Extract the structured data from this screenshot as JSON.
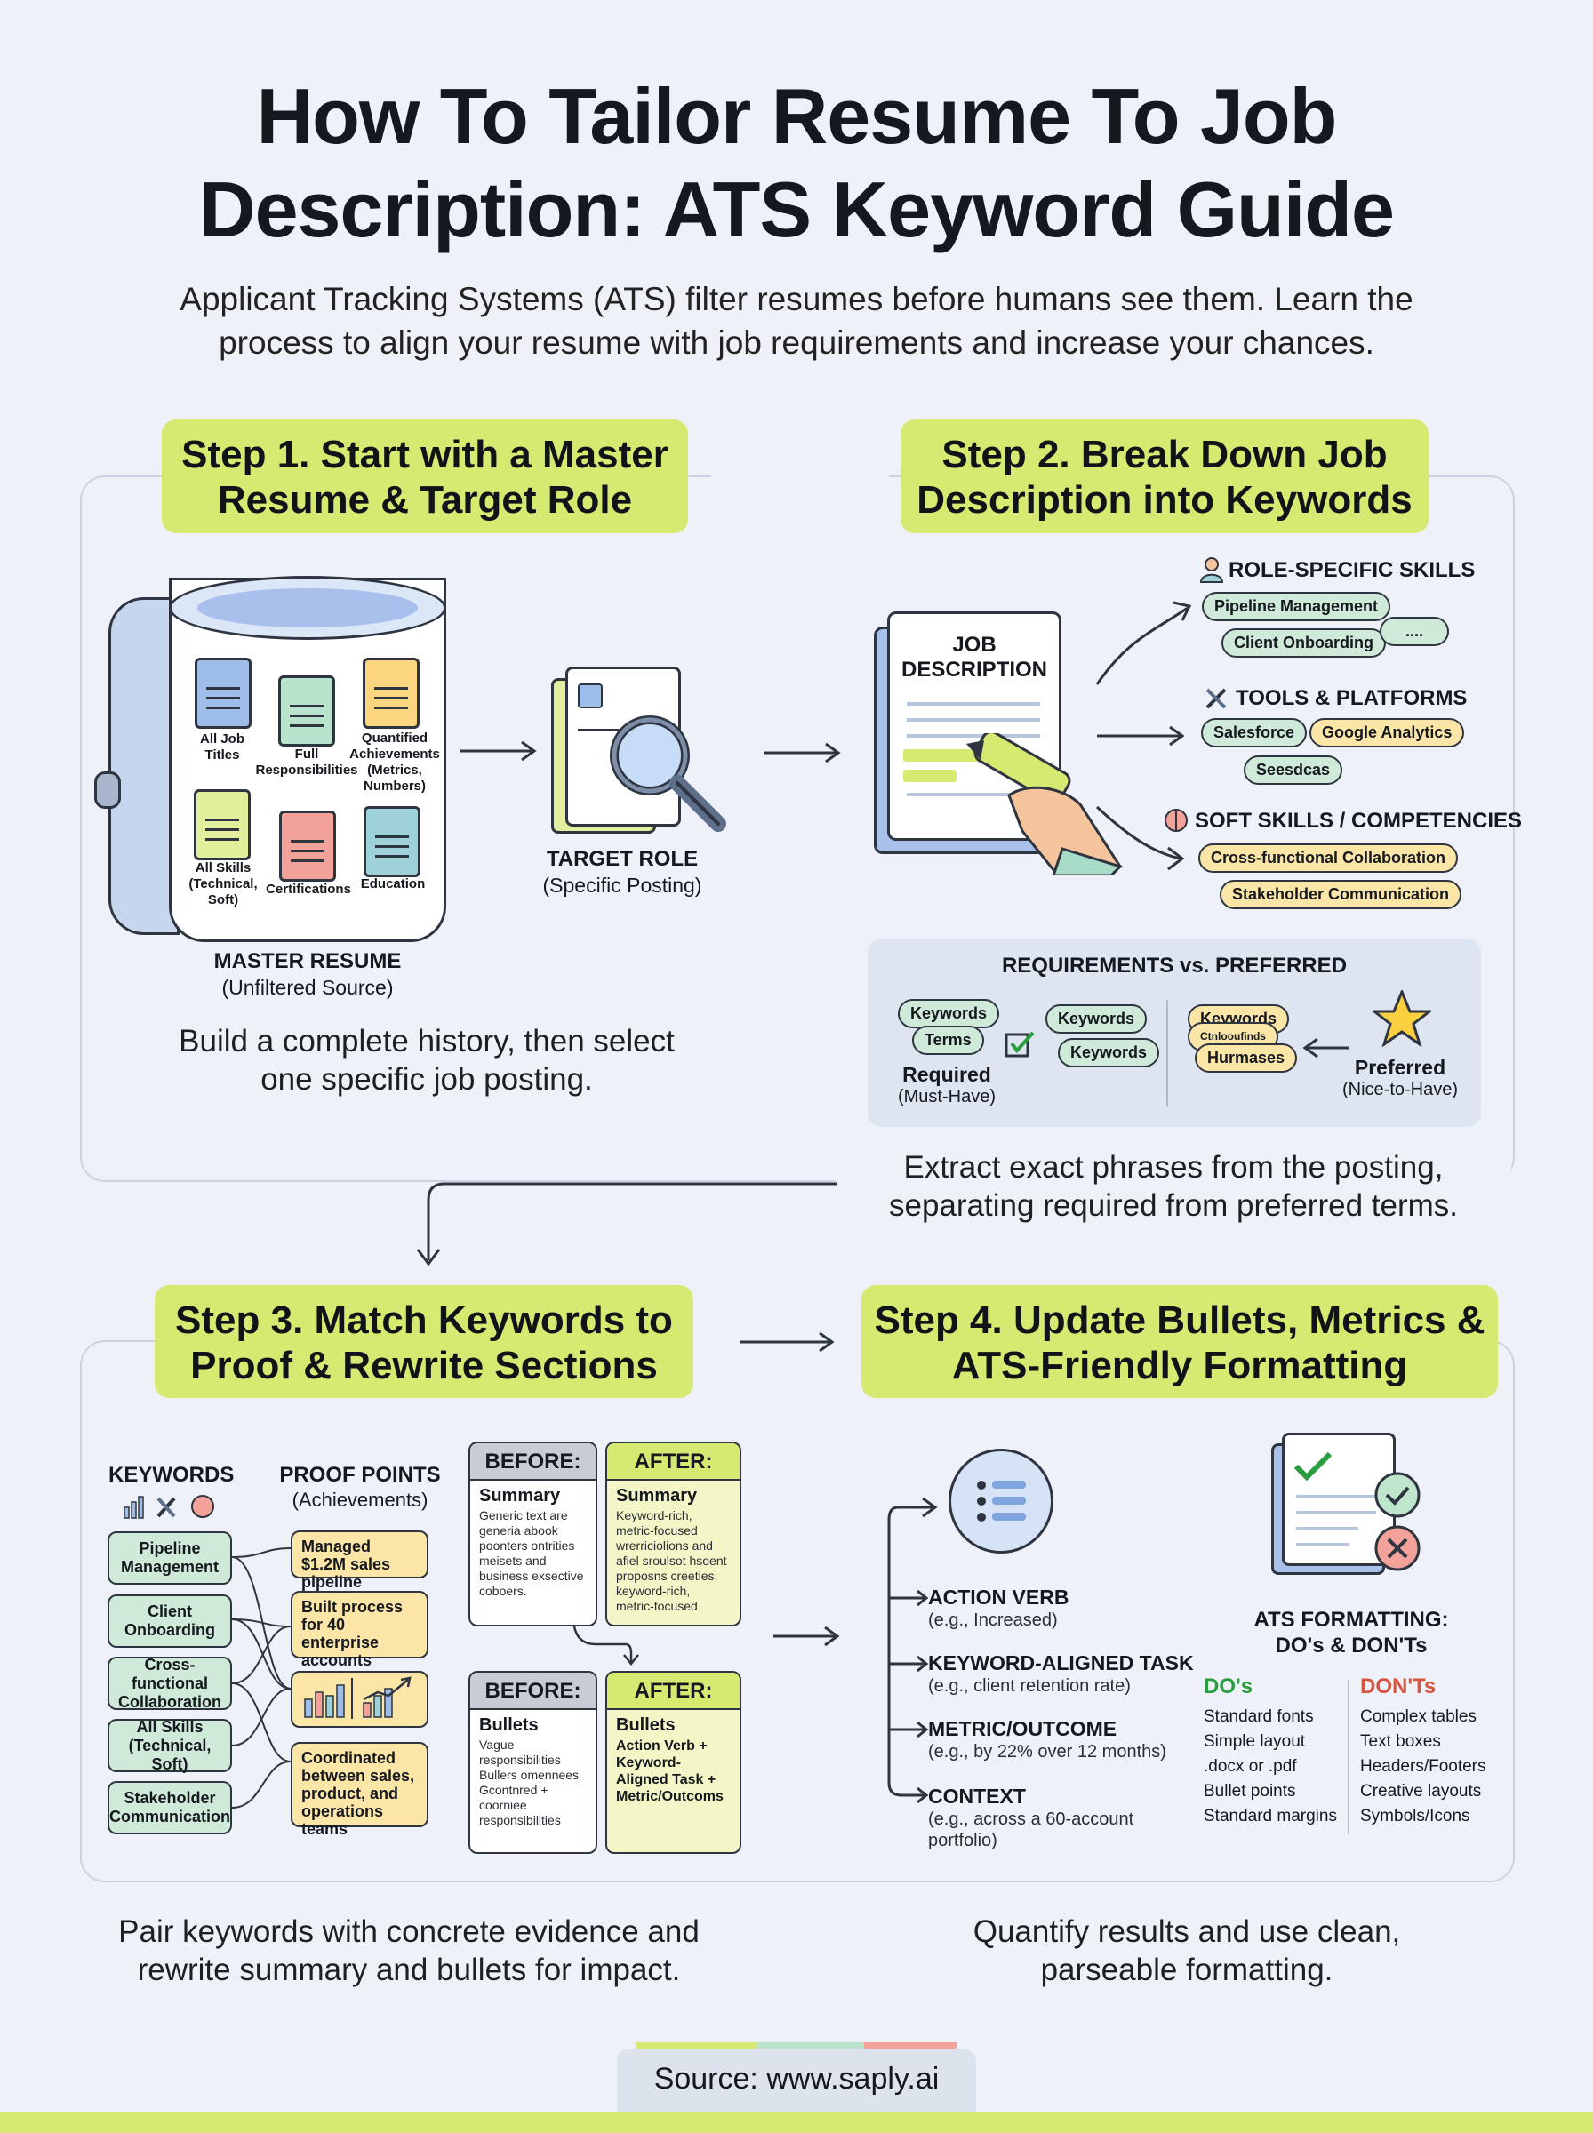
{
  "title": {
    "line1": "How To Tailor Resume To Job",
    "line2": "Description: ATS Keyword Guide"
  },
  "subtitle": {
    "line1": "Applicant Tracking Systems (ATS) filter resumes before humans see them. Learn the",
    "line2": "process to align your resume with job requirements and increase your chances."
  },
  "step1": {
    "heading_line1": "Step 1. Start with a Master",
    "heading_line2": "Resume & Target Role",
    "docs": [
      "All Job Titles",
      "Full Responsibilities",
      "Quantified Achievements (Metrics, Numbers)",
      "All Skills (Technical, Soft)",
      "Certifications",
      "Education"
    ],
    "master_label": "MASTER RESUME",
    "master_sub": "(Unfiltered Source)",
    "target_label": "TARGET ROLE",
    "target_sub": "(Specific Posting)",
    "caption_line1": "Build a complete history, then select",
    "caption_line2": "one specific job posting."
  },
  "step2": {
    "heading_line1": "Step 2. Break Down Job",
    "heading_line2": "Description into Keywords",
    "jd_label_line1": "JOB",
    "jd_label_line2": "DESCRIPTION",
    "categories": {
      "role": {
        "title": "ROLE-SPECIFIC SKILLS",
        "chips": [
          "Pipeline Management",
          "Client Onboarding",
          "...."
        ]
      },
      "tools": {
        "title": "TOOLS & PLATFORMS",
        "chips": [
          "Salesforce",
          "Google Analytics",
          "Seesdcas"
        ]
      },
      "soft": {
        "title": "SOFT SKILLS / COMPETENCIES",
        "chips": [
          "Cross-functional Collaboration",
          "Stakeholder Communication"
        ]
      }
    },
    "req_title": "REQUIREMENTS vs. PREFERRED",
    "req_chips": [
      "Keywords",
      "Terms",
      "Keywords",
      "Keywords"
    ],
    "req_label": "Required",
    "req_sub": "(Must-Have)",
    "pref_chips": [
      "Keywords",
      "Ctnlooufinds",
      "Hurmases"
    ],
    "pref_label": "Preferred",
    "pref_sub": "(Nice-to-Have)",
    "caption_line1": "Extract exact phrases from the posting,",
    "caption_line2": "separating required from preferred terms."
  },
  "step3": {
    "heading_line1": "Step 3. Match Keywords to",
    "heading_line2": "Proof & Rewrite Sections",
    "keywords_title": "KEYWORDS",
    "proof_title": "PROOF POINTS",
    "proof_sub": "(Achievements)",
    "keywords": [
      "Pipeline Management",
      "Client Onboarding",
      "Cross-functional Collaboration",
      "All Skills (Technical, Soft)",
      "Stakeholder Communication"
    ],
    "proofs": [
      "Managed $1.2M sales pipeline",
      "Built process for 40 enterprise accounts",
      "Coordinated between sales, product, and operations teams"
    ],
    "before_label": "BEFORE:",
    "after_label": "AFTER:",
    "summary_label": "Summary",
    "summary_before": "Generic text are generia abook poonters ontrities meisets and business exsective coboers.",
    "summary_after": "Keyword-rich, metric-focused wrerriciolions and afiel sroulsot hsoent proposns creeties, keyword-rich, metric-focused",
    "bullets_label": "Bullets",
    "bullets_before": "Vague responsibilities Bullers omennees Gcontnred + coorniee responsibilities",
    "bullets_after": "Action Verb + Keyword-Aligned Task + Metric/Outcoms",
    "caption_line1": "Pair keywords with concrete evidence and",
    "caption_line2": "rewrite summary and bullets for impact."
  },
  "step4": {
    "heading_line1": "Step 4. Update Bullets, Metrics &",
    "heading_line2": "ATS-Friendly Formatting",
    "flow": [
      {
        "title": "ACTION VERB",
        "example": "(e.g., Increased)"
      },
      {
        "title": "KEYWORD-ALIGNED TASK",
        "example": "(e.g., client retention rate)"
      },
      {
        "title": "METRIC/OUTCOME",
        "example": "(e.g., by 22% over 12 months)"
      },
      {
        "title": "CONTEXT",
        "example": "(e.g., across a 60-account portfolio)"
      }
    ],
    "ats_title_line1": "ATS FORMATTING:",
    "ats_title_line2": "DO's & DON'Ts",
    "dos_title": "DO's",
    "donts_title": "DON'Ts",
    "dos": [
      "Standard fonts",
      "Simple layout",
      ".docx or .pdf",
      "Bullet points",
      "Standard margins"
    ],
    "donts": [
      "Complex tables",
      "Text boxes",
      "Headers/Footers",
      "Creative layouts",
      "Symbols/Icons"
    ],
    "caption_line1": "Quantify results and use clean,",
    "caption_line2": "parseable formatting."
  },
  "source": "Source: www.saply.ai",
  "colors": {
    "accent_green": "#d6ea72",
    "chip_green": "#cfead9",
    "chip_yellow": "#fbe6a8",
    "do_green": "#2a9d3f",
    "dont_red": "#d9533f",
    "background": "#eef2f8"
  }
}
